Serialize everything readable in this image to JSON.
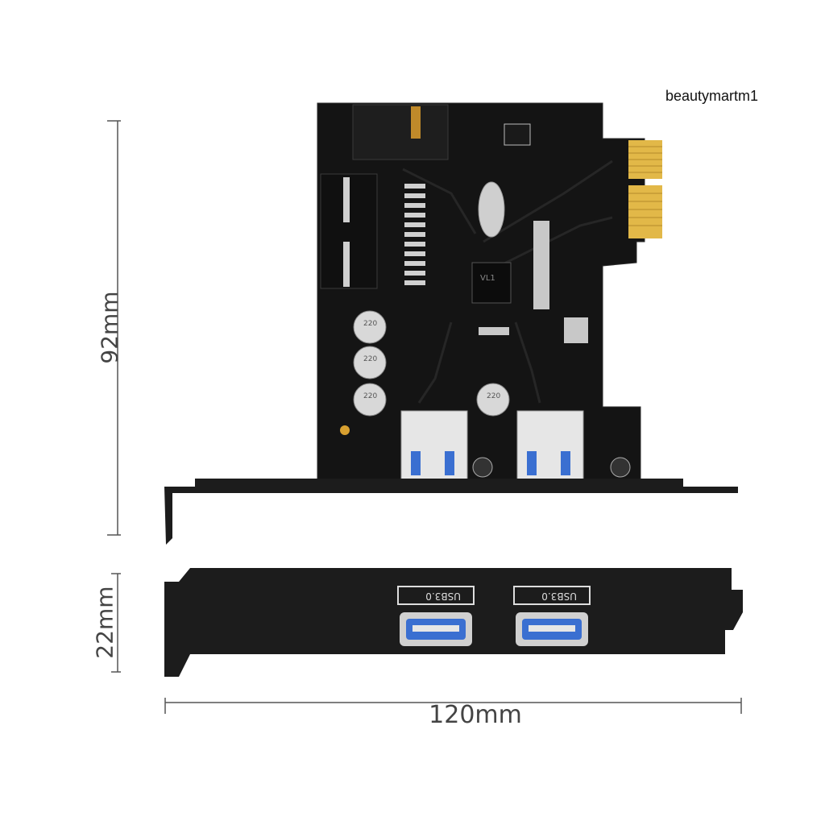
{
  "watermark": "beautymartm1",
  "dimensions": {
    "height_board": "92mm",
    "height_bracket": "22mm",
    "width": "120mm"
  },
  "ports": [
    {
      "label": "USB3.0"
    },
    {
      "label": "USB3.0"
    }
  ],
  "chip_label": "VL1",
  "capacitors": [
    {
      "text": "220"
    },
    {
      "text": "220"
    },
    {
      "text": "220"
    },
    {
      "text": "220"
    }
  ],
  "colors": {
    "pcb": "#141414",
    "bracket": "#1c1c1c",
    "usb_blue": "#3a6fd1",
    "gold": "#e2b848",
    "capacitor": "#d8d8d8"
  }
}
